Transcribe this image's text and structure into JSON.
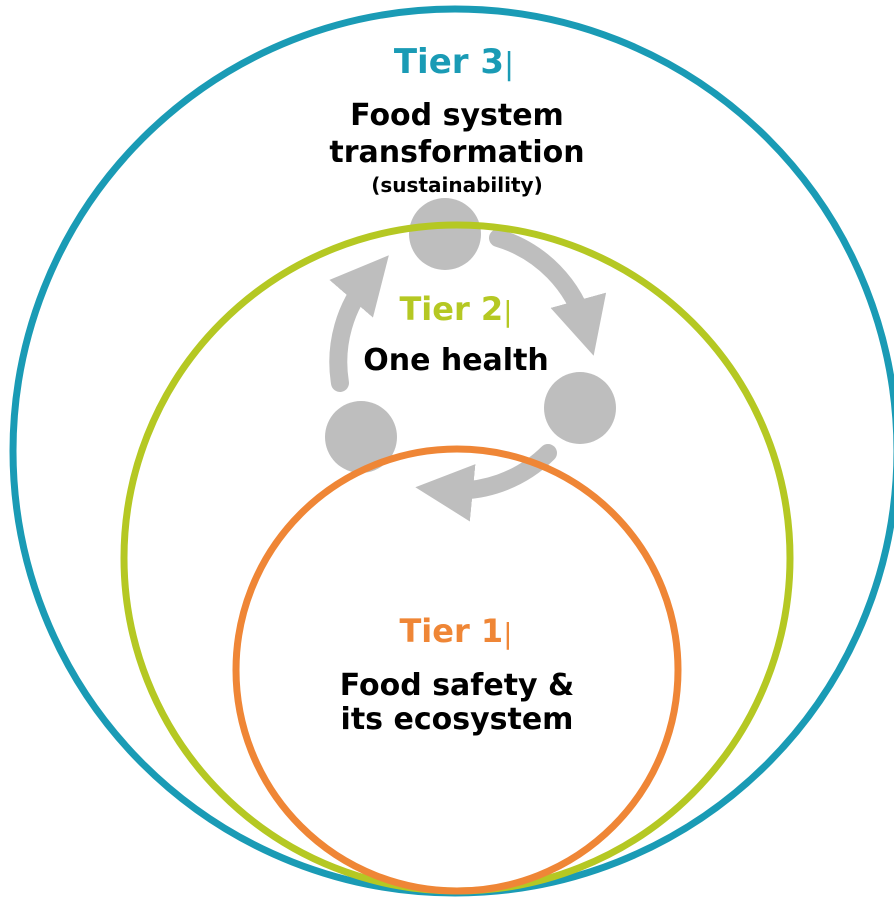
{
  "colors": {
    "tier3": "#1a9bb5",
    "tier2": "#b5c823",
    "tier1": "#ef8636",
    "cycle": "#bebebe",
    "text": "#000000",
    "background": "#ffffff"
  },
  "tiers": [
    {
      "id": "tier3",
      "heading": "Tier 3",
      "separator": "|",
      "lines": [
        "Food system",
        "transformation"
      ],
      "note": "(sustainability)"
    },
    {
      "id": "tier2",
      "heading": "Tier 2",
      "separator": "|",
      "lines": [
        "One health"
      ]
    },
    {
      "id": "tier1",
      "heading": "Tier 1",
      "separator": "|",
      "lines": [
        "Food safety &",
        "its ecosystem"
      ]
    }
  ],
  "cycle": {
    "icon": "refresh-cycle-icon",
    "nodes": 3,
    "direction": "clockwise"
  }
}
